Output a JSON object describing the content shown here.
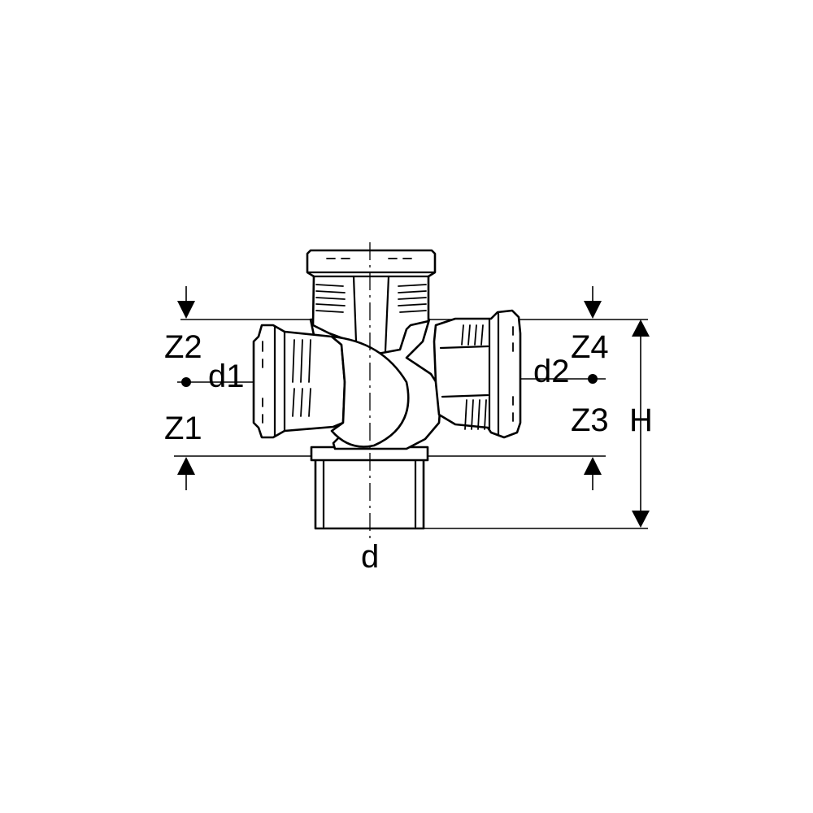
{
  "labels": {
    "z2": "Z2",
    "z1": "Z1",
    "z4": "Z4",
    "z3": "Z3",
    "d1": "d1",
    "d2": "d2",
    "h": "H",
    "d": "d"
  },
  "colors": {
    "line": "#000000",
    "background": "#ffffff"
  }
}
